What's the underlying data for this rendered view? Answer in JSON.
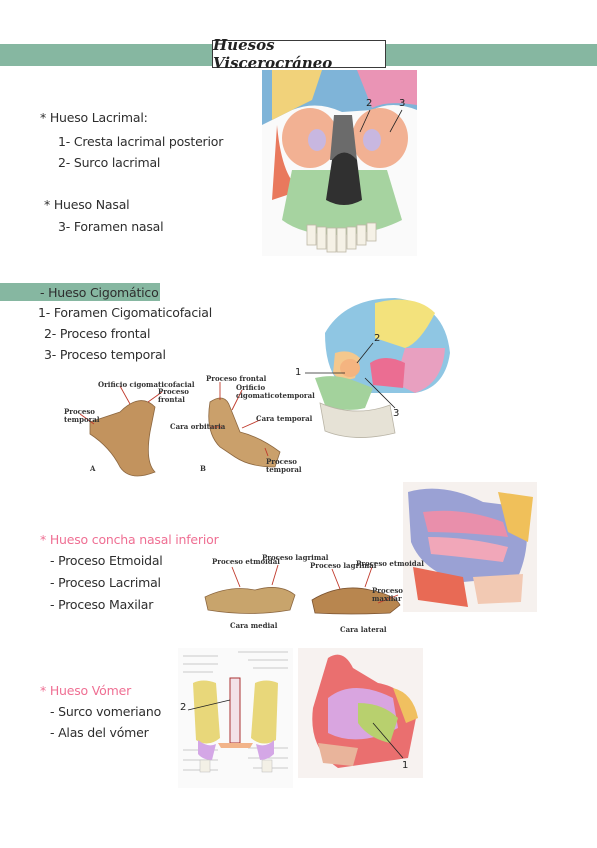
{
  "title": "Huesos Viscerocráneo",
  "lacrimal": {
    "heading": "* Hueso Lacrimal:",
    "items": [
      "1- Cresta lacrimal posterior",
      "2- Surco lacrimal"
    ]
  },
  "nasal": {
    "heading": "* Hueso Nasal",
    "items": [
      "3- Foramen nasal"
    ]
  },
  "skull1_labels": [
    "2",
    "3"
  ],
  "cigomatico": {
    "heading": "- Hueso Cigomático",
    "items": [
      "1- Foramen Cigomaticofacial",
      "2- Proceso frontal",
      "3- Proceso temporal"
    ]
  },
  "skull2_labels": [
    "1",
    "2",
    "3"
  ],
  "zygoma_fig": {
    "orificio_cigomaticofacial": "Orificio cigomaticofacial",
    "proceso_frontal_a": "Proceso frontal",
    "proceso_temporal_a": "Proceso temporal",
    "letter_a": "A",
    "proceso_frontal_b": "Proceso frontal",
    "orificio_cigomaticotemporal": "Orificio cigomaticotemporal",
    "cara_orbitaria": "Cara orbitaria",
    "cara_temporal": "Cara temporal",
    "proceso_temporal_b": "Proceso temporal",
    "letter_b": "B"
  },
  "concha": {
    "heading": "* Hueso concha nasal inferior",
    "items": [
      "- Proceso Etmoidal",
      "- Proceso Lacrimal",
      "- Proceso Maxilar"
    ]
  },
  "concha_fig": {
    "proceso_etmoidal_a": "Proceso etmoidal",
    "proceso_lagrimal_a": "Proceso lagrimal",
    "cara_medial": "Cara medial",
    "proceso_lagrimal_b": "Proceso lagrimal",
    "proceso_etmoidal_b": "Proceso etmoidal",
    "proceso_maxilar": "Proceso maxilar",
    "cara_lateral": "Cara lateral"
  },
  "vomer": {
    "heading": "* Hueso Vómer",
    "items": [
      "- Surco vomeriano",
      "- Alas del vómer"
    ]
  },
  "vomer_labels": [
    "2",
    "1"
  ],
  "colors": {
    "accent_green": "#86b7a1",
    "pink": "#ef6f93"
  }
}
